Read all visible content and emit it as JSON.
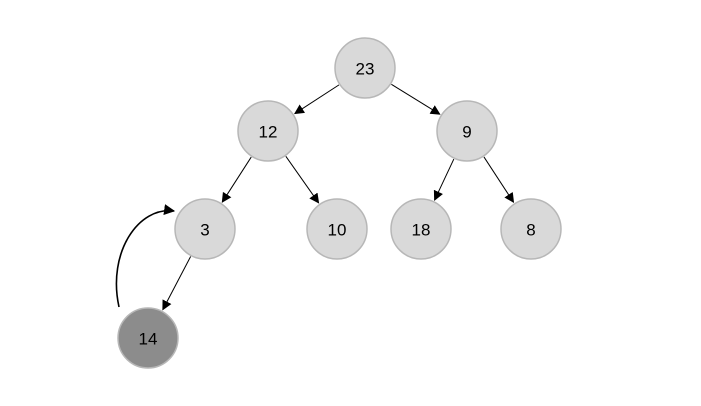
{
  "diagram": {
    "colors": {
      "node_fill": "#d9d9d9",
      "node_border": "#b7b7b7",
      "highlight_fill": "#8c8c8c",
      "highlight_border": "#7a7a7a",
      "edge": "#000000",
      "text": "#000000"
    },
    "nodes": [
      {
        "id": "n23",
        "label": "23",
        "highlighted": false
      },
      {
        "id": "n12",
        "label": "12",
        "highlighted": false
      },
      {
        "id": "n9",
        "label": "9",
        "highlighted": false
      },
      {
        "id": "n3",
        "label": "3",
        "highlighted": false
      },
      {
        "id": "n10",
        "label": "10",
        "highlighted": false
      },
      {
        "id": "n18",
        "label": "18",
        "highlighted": false
      },
      {
        "id": "n8",
        "label": "8",
        "highlighted": false
      },
      {
        "id": "n14",
        "label": "14",
        "highlighted": true
      }
    ],
    "edges": [
      {
        "from": "n23",
        "to": "n12"
      },
      {
        "from": "n23",
        "to": "n9"
      },
      {
        "from": "n12",
        "to": "n3"
      },
      {
        "from": "n12",
        "to": "n10"
      },
      {
        "from": "n9",
        "to": "n18"
      },
      {
        "from": "n9",
        "to": "n8"
      },
      {
        "from": "n3",
        "to": "n14"
      }
    ],
    "swap_arrow": {
      "from": "n14",
      "to": "n3"
    }
  }
}
